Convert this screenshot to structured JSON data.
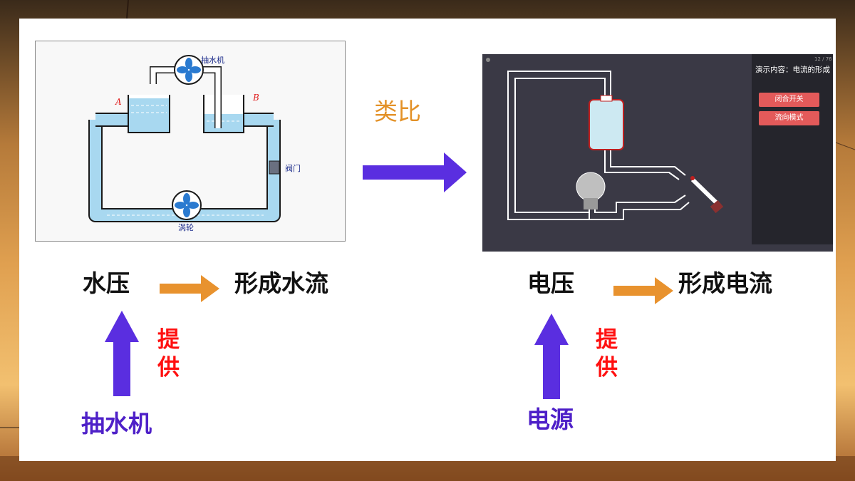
{
  "water_diagram": {
    "pump_label": "抽水机",
    "turbine_label": "涡轮",
    "valve_label": "阀门",
    "label_a": "A",
    "label_b": "B"
  },
  "circuit_panel": {
    "sidebar_title": "演示内容：电流的形成",
    "counter": "12 / 76",
    "buttons": [
      {
        "label": "闭合开关"
      },
      {
        "label": "流向模式"
      }
    ]
  },
  "analogy_label": "类比",
  "left_row": {
    "cause": "水压",
    "effect": "形成水流",
    "provide_char1": "提",
    "provide_char2": "供",
    "source": "抽水机"
  },
  "right_row": {
    "cause": "电压",
    "effect": "形成电流",
    "provide_char1": "提",
    "provide_char2": "供",
    "source": "电源"
  },
  "colors": {
    "arrow_purple": "#5a2ee0",
    "arrow_orange": "#e8922e",
    "provide_red": "#ff1010",
    "water_blue": "#a8d8f0"
  }
}
